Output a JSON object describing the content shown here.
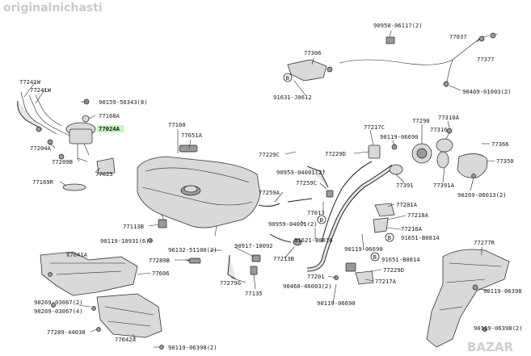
{
  "watermark": "originalnichasti",
  "watermark_corner": "BAZAR",
  "labels": {
    "p77241W_a": "77241W",
    "p77241W_b": "77241W",
    "p90159": "90159-50343(8)",
    "p77168A": "77168A",
    "p77024A": "77024A",
    "p77204A": "77204A",
    "p77209B": "77209B",
    "p77023": "77023",
    "p77169R": "77169R",
    "p77100": "77100",
    "p77651A": "77651A",
    "p77113B": "77113B",
    "p90119_10931": "90119-10931(6)",
    "p77641A": "77641A",
    "p77606": "77606",
    "p77289B": "77289B",
    "p96132": "96132-51100(2)",
    "p90917": "90917-10092",
    "p77279G": "77279G",
    "p77135": "77135",
    "p90269_a": "90269-03067(2)",
    "p90269_b": "90269-03067(4)",
    "p77289_44030": "77289-44030",
    "p77642A": "77642A",
    "p90119_06398_a": "90119-06398(2)",
    "p77306": "77306",
    "p91631": "91631-J0612",
    "p90950": "90950-06117(2)",
    "p77037": "77037",
    "p77377": "77377",
    "p90469": "90469-01003(2)",
    "p77229C": "77229C",
    "p90959_a": "90959-04001(2)",
    "p77259C": "77259C",
    "p77259A": "77259A",
    "p77013": "77013",
    "p90959_b": "90959-04001(2)",
    "p91621": "91621-B0816",
    "p77213B": "77213B",
    "p77201": "77201",
    "p90460": "90460-46003(2)",
    "p90119_06690_c": "90119-06690",
    "p77217C": "77217C",
    "p90119_06690_a": "90119-06690",
    "p77229D": "77229D",
    "p77290": "77290",
    "p77310A": "77310A",
    "p77316": "77316",
    "p77366": "77366",
    "p77350": "77350",
    "p77391": "77391",
    "p77391A": "77391A",
    "p90269_06013": "90269-06013(2)",
    "p77281A": "77281A",
    "p77218A": "77218A",
    "p90119_06690_b": "90119-06690",
    "p77216A": "77216A",
    "p91651_a": "91651-B0814",
    "p91651_b": "91651-B0814",
    "p77229D_b": "77229D",
    "p77217A": "77217A",
    "p77277R": "77277R",
    "p90119_06398_b": "90119-06398",
    "p90119_06398_c": "90119-06398(2)"
  },
  "markers": {
    "B": "B"
  }
}
